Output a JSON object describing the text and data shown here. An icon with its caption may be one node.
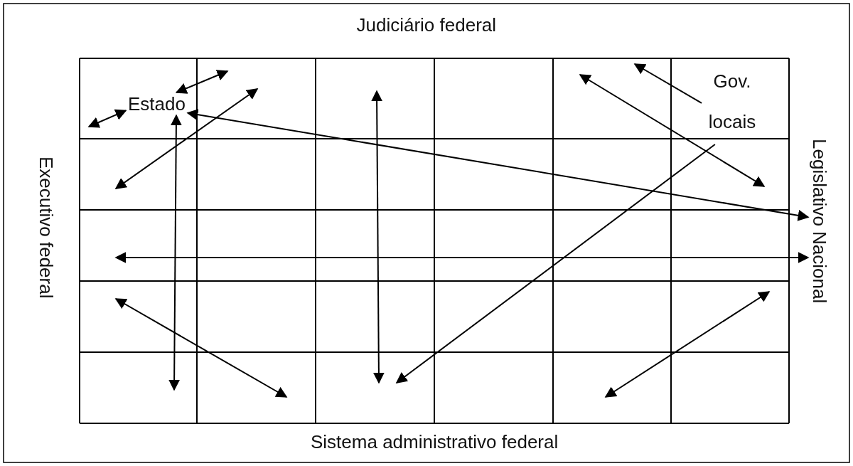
{
  "diagram": {
    "nodes": [
      {
        "text": [
          "Estado"
        ]
      },
      {
        "text": [
          "Gov. locais"
        ]
      },
      {
        "text": [
          "Legislativo Nacional"
        ]
      }
    ],
    "edges": [
      {
        "from": null,
        "to": 0,
        "arrow": "both"
      },
      {
        "from": 0,
        "to": null,
        "arrow": "both"
      },
      {
        "from": 0,
        "to": null,
        "arrow": "both"
      },
      {
        "from": 0,
        "to": 2,
        "arrow": "both"
      },
      {
        "from": null,
        "to": 2,
        "arrow": "both"
      },
      {
        "from": 1,
        "to": null,
        "arrow": "to"
      },
      {
        "from": 1,
        "to": null,
        "arrow": "to"
      }
    ],
    "labels": [
      "Judiciário federal",
      "Executivo federal",
      "Sistema administrativo federal"
    ]
  }
}
